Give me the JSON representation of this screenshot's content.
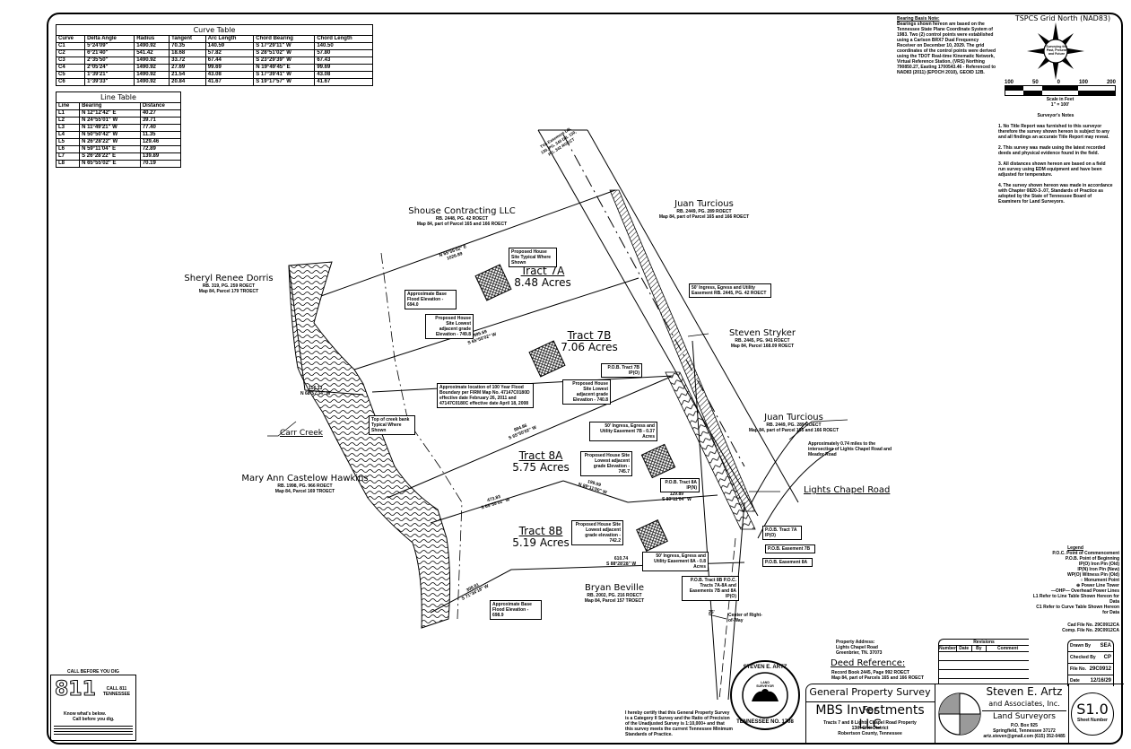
{
  "curve_table": {
    "title": "Curve Table",
    "headers": [
      "Curve",
      "Delta Angle",
      "Radius",
      "Tangent",
      "Arc Length",
      "Chord Bearing",
      "Chord Length"
    ],
    "rows": [
      [
        "C1",
        "5°24'09\"",
        "1490.92",
        "70.35",
        "140.59",
        "S 17°29'11\" W",
        "140.50"
      ],
      [
        "C2",
        "6°21'40\"",
        "541.42",
        "18.68",
        "57.82",
        "S 28°51'02\" W",
        "57.80"
      ],
      [
        "C3",
        "2°35'50\"",
        "1490.92",
        "33.72",
        "67.44",
        "S 23°29'39\" W",
        "67.43"
      ],
      [
        "C4",
        "2°05'24\"",
        "1490.92",
        "27.69",
        "99.69",
        "N 19°49'45\" E",
        "99.69"
      ],
      [
        "C5",
        "1°39'21\"",
        "1490.92",
        "21.54",
        "43.08",
        "S 17°39'41\" W",
        "43.08"
      ],
      [
        "C6",
        "1°39'33\"",
        "1490.92",
        "20.84",
        "41.67",
        "S 19°17'57\" W",
        "41.67"
      ]
    ]
  },
  "line_table": {
    "title": "Line Table",
    "headers": [
      "Line",
      "Bearing",
      "Distance"
    ],
    "rows": [
      [
        "L1",
        "N 12°12'42\" E",
        "40.27"
      ],
      [
        "L2",
        "N 24°55'01\" W",
        "39.71"
      ],
      [
        "L3",
        "N 11°49'21\" W",
        "77.40"
      ],
      [
        "L4",
        "N 50°50'42\" W",
        "11.35"
      ],
      [
        "L5",
        "N 26°28'22\" W",
        "129.46"
      ],
      [
        "L6",
        "N 59°11'04\" E",
        "72.89"
      ],
      [
        "L7",
        "S 26°28'22\" E",
        "139.89"
      ],
      [
        "L8",
        "N 65°55'02\" E",
        "70.19"
      ]
    ]
  },
  "bearing_note": {
    "title": "Bearing Basis Note:",
    "text": "Bearings shown hereon are based on the Tennessee State Plane Coordinate System of 1983. Two (2) control points were established using a Carlson BRX7 Dual Frequency Receiver on December 10, 2029. The grid coordinates of the control points were derived using the TDOT Real-time Kinematic Network, Virtual Reference Station, (VRS) Northing 790850.27, Easting 1700543.46 - Referenced to NAD83 (2011) (EPOCH 2010), GEOID 12B."
  },
  "north_arrow": {
    "title": "TSPCS Grid North (NAD83)",
    "center_text": "Surveying the Past, Present and Future"
  },
  "scale_bar": {
    "ticks": [
      "100",
      "50",
      "0",
      "100",
      "200"
    ],
    "label": "Scale in Feet",
    "ratio": "1\" = 100'"
  },
  "surveyor_notes": {
    "title": "Surveyor's Notes",
    "items": [
      "1. No Title Report was furnished to this surveyor therefore the survey shown hereon is subject to any and all findings an accurate Title Report may reveal.",
      "2. This survey was made using the latest recorded deeds and physical evidence found in the field.",
      "3. All distances shown hereon are based on a field run survey using EDM equipment and have been adjusted for temperature.",
      "4. The survey shown hereon was made in accordance with Chapter 0820-3-.07, Standards of Practice as adopted by the State of Tennessee Board of Examiners for Land Surveyors."
    ]
  },
  "legend": {
    "title": "Legend",
    "items": [
      "P.O.C. Point of Commencement",
      "P.O.B. Point of Beginning",
      "IP(O) Iron Pin (Old)",
      "IP(N) Iron Pin (New)",
      "WP(O) Witness Pin (Old)",
      "○ Monument Point",
      "⊕ Power Line Tower",
      "—OHP— Overhead Power Lines",
      "L1 Refer to Line Table Shown Hereon for Data",
      "C1 Refer to Curve Table Shown Hereon for Data"
    ],
    "cad_file": "Cad File No. 29C0912CA",
    "comp_file": "Comp. File No. 29C0912CA"
  },
  "owners": [
    {
      "name": "Shouse Contracting LLC",
      "l1": "RB. 2448, PG. 42 ROECT",
      "l2": "Map 84, part of Parcel 165 and 166 ROECT"
    },
    {
      "name": "Juan Turcious",
      "l1": "RB. 2449, PG. 289 ROECT",
      "l2": "Map 84, part of Parcel 165 and 166 ROECT"
    },
    {
      "name": "Sheryl Renee Dorris",
      "l1": "RB. 319, PG. 259 ROECT",
      "l2": "Map 84, Parcel 179 TROECT"
    },
    {
      "name": "Steven Stryker",
      "l1": "RB. 2445, PG. 941 ROECT",
      "l2": "Map 84, Parcel 168.09 ROECT"
    },
    {
      "name": "Juan Turcious",
      "l1": "RB. 2449, PG. 289 ROECT",
      "l2": "Map 84, part of Parcel 165 and 166 ROECT"
    },
    {
      "name": "Mary Ann Castelow Hawkins",
      "l1": "RB. 1998, PG. 966 ROECT",
      "l2": "Map 84, Parcel 169 TROECT"
    },
    {
      "name": "Bryan Beville",
      "l1": "RB. 2002, PG. 216 ROECT",
      "l2": "Map 84, Parcel 157 TROECT"
    }
  ],
  "tracts": [
    {
      "name": "Tract 7A",
      "area": "8.48 Acres"
    },
    {
      "name": "Tract 7B",
      "area": "7.06 Acres"
    },
    {
      "name": "Tract 8A",
      "area": "5.75 Acres"
    },
    {
      "name": "Tract 8B",
      "area": "5.19 Acres"
    }
  ],
  "callouts": {
    "house_7a_top": "Proposed House Site Typical Where Shown",
    "flood_7a": "Approximate Base Flood Elevation - 694.0",
    "house_7a": "Proposed House Site Lowest adjacent grade Elevation - 749.8",
    "flood_zone": "Approximate location of 100 Year Flood Boundary per FIRM Map No. 47147C0180D effective date February 26, 2011 and 47147C0180C effective date April 18, 2008",
    "top_bank": "Top of creek bank Typical Where Shown",
    "pob_7b": "P.O.B. Tract 7B IP(O)",
    "house_7b": "Proposed House Site Lowest adjacent grade Elevation - 740.8",
    "easement_7b": "50' Ingress, Egress and Utility Easement 7B - 0.37 Acres",
    "easement_road": "50' Ingress, Egress and Utility Easement RB. 2445, PG. 42 ROECT",
    "house_8a": "Proposed House Site Lowest adjacent grade Elevation - 745.7",
    "pob_8a": "P.O.B. Tract 8A IP(N)",
    "house_8b": "Proposed House Site Lowest adjacent grade elevation - 742.2",
    "easement_8a": "50' Ingress, Egress and Utility Easement 8A - 0.8 Acres",
    "flood_8b": "Approximate Base Flood Elevation - 698.9",
    "pob_8b": "P.O.B. Tract 8B P.O.C. Tracts 7A-8A and Easements 7B and 8A IP(O)",
    "pob_7a": "P.O.B. Tract 7A IP(O)",
    "pob_ease7b": "P.O.B. Easement 7B",
    "pob_ease8a": "P.O.B. Easement 8A",
    "intersection": "Approximately 0.74 miles to the intersection of Lights Chapel Road and Meador Road",
    "center_row": "Center of Right-of-Way",
    "tva": "TVA Easement DB. 130, PG. 340 DB. 130, PG. 342 ROECT"
  },
  "labels": {
    "road": "Lights Chapel Road",
    "creek": "Carr Creek",
    "row_width": "25'",
    "bearings": {
      "b1": "N 65°55'02\" E",
      "b1d": "1026.89",
      "b2": "S 65°55'02\" W",
      "b2d": "995.69",
      "b3": "S 65°55'02\" W",
      "b3d": "994.86",
      "b4": "S 65°55'02\" W",
      "b4d": "473.83",
      "b5": "N 89°11'00\" W",
      "b5d": "199.09",
      "b6": "S 89°11'04\" W",
      "b6d": "129.89",
      "b7": "S 88°28'28\" W",
      "b7d": "610.74",
      "b8": "S 71°34'18\" W",
      "b8d": "308.81",
      "b9": "N 68°57'34\" W",
      "b9d": "156.13"
    }
  },
  "property": {
    "address_label": "Property Address:",
    "address_1": "Lights Chapel Road",
    "address_2": "Greenbrier, TN. 37073",
    "deed_title": "Deed Reference:",
    "deed_1": "Record Book 2445, Page 992 ROECT",
    "deed_2": "Map 84, part of Parcels 165 and 166 ROECT"
  },
  "revisions": {
    "title": "Revisions",
    "headers": [
      "Number",
      "Date",
      "By",
      "Comment"
    ]
  },
  "sheet_info": {
    "drawn_by_label": "Drawn By",
    "drawn_by": "SEA",
    "checked_by_label": "Checked By",
    "checked_by": "CP",
    "file_no_label": "File No.",
    "file_no": "29C0912",
    "date_label": "Date",
    "date": "12/16/29",
    "sheet_number": "S1.0",
    "sheet_label": "Sheet Number"
  },
  "title_block": {
    "heading": "General Property Survey For",
    "client": "MBS Investments LLC",
    "desc_1": "Tracts 7 and 8 Lights Chapel Road Property",
    "desc_2": "13th Civil District",
    "desc_3": "Robertson County, Tennessee",
    "firm": "Steven E. Artz",
    "firm_2": "and Associates, Inc.",
    "firm_3": "Land Surveyors",
    "po": "P.O. Box 925",
    "city": "Springfield, Tennessee 37172",
    "contact": "artz.steven@gmail.com (615) 352-0485"
  },
  "certification": "I hereby certify that this General Property Survey is a Category II Survey and the Ratio of Precision of the Unadjusted Survey is 1:10,000+ and that this survey meets the current Tennessee Minimum Standards of Practice.",
  "seal": {
    "top": "STEVEN E. ARTZ",
    "bottom": "TENNESSEE NO. 1708",
    "center": "LAND SURVEYOR"
  },
  "call_811": {
    "title": "CALL BEFORE YOU DIG",
    "number": "811",
    "side": "CALL 811 TENNESSEE",
    "tagline_1": "Know what's below.",
    "tagline_2": "Call before you dig."
  }
}
